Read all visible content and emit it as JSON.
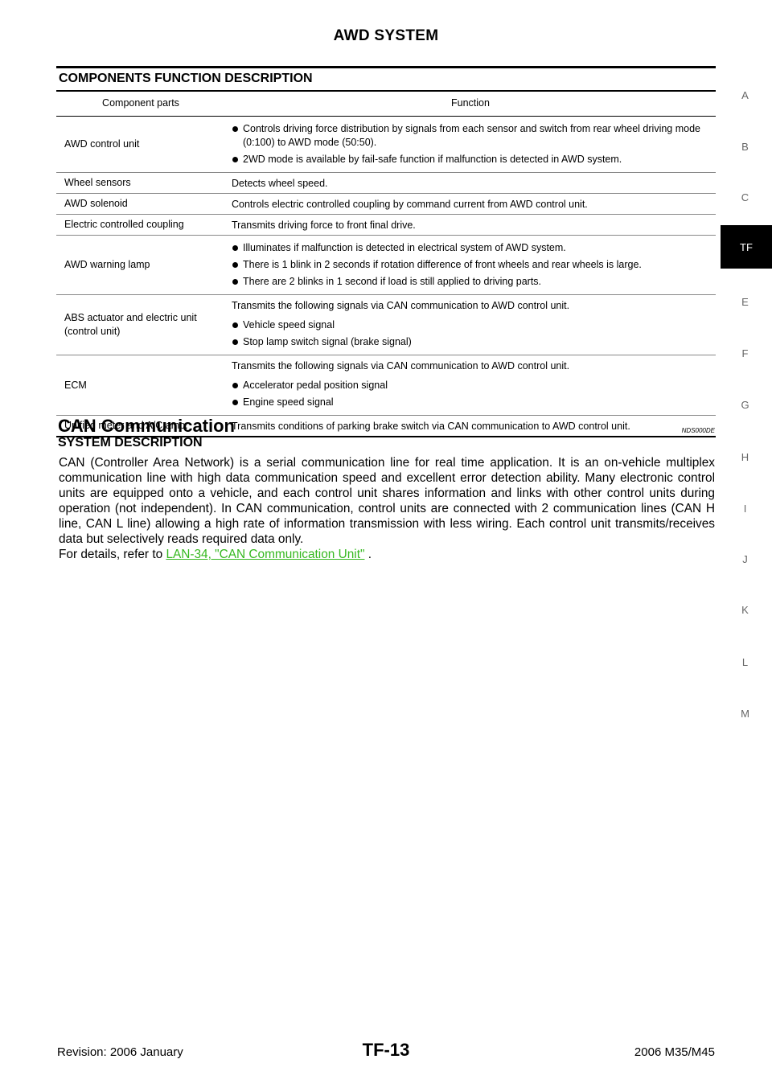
{
  "header": {
    "title": "AWD SYSTEM"
  },
  "components": {
    "heading": "COMPONENTS FUNCTION DESCRIPTION",
    "col_parts": "Component parts",
    "col_function": "Function",
    "rows": [
      {
        "part": "AWD control unit",
        "intro": "",
        "bullets": [
          "Controls driving force distribution by signals from each sensor and switch from rear wheel driving mode (0:100) to AWD mode (50:50).",
          "2WD mode is available by fail-safe function if malfunction is detected in AWD system."
        ]
      },
      {
        "part": "Wheel sensors",
        "text": "Detects wheel speed."
      },
      {
        "part": "AWD solenoid",
        "text": "Controls electric controlled coupling by command current from AWD control unit."
      },
      {
        "part": "Electric controlled coupling",
        "text": "Transmits driving force to front final drive."
      },
      {
        "part": "AWD warning lamp",
        "intro": "",
        "bullets": [
          "Illuminates if malfunction is detected in electrical system of AWD system.",
          "There is 1 blink in 2 seconds if rotation difference of front wheels and rear wheels is large.",
          "There are 2 blinks in 1 second if load is still applied to driving parts."
        ]
      },
      {
        "part": "ABS actuator and electric unit (control unit)",
        "intro": "Transmits the following signals via CAN communication to AWD control unit.",
        "bullets": [
          "Vehicle speed signal",
          "Stop lamp switch signal (brake signal)"
        ]
      },
      {
        "part": "ECM",
        "intro": "Transmits the following signals via CAN communication to AWD control unit.",
        "bullets": [
          "Accelerator pedal position signal",
          "Engine speed signal"
        ]
      },
      {
        "part": "Unified meter and A/C amp.",
        "text": "Transmits conditions of parking brake switch via CAN communication to AWD control unit."
      }
    ]
  },
  "can": {
    "title": "CAN Communication",
    "code": "NDS000DE",
    "subheading": "SYSTEM DESCRIPTION",
    "paragraph": "CAN (Controller Area Network) is a serial communication line for real time application. It is an on-vehicle multiplex communication line with high data communication speed and excellent error detection ability. Many electronic control units are equipped onto a vehicle, and each control unit shares information and links with other control units during operation (not independent). In CAN communication, control units are connected with 2 communication lines (CAN H line, CAN L line) allowing a high rate of information transmission with less wiring. Each control unit transmits/receives data but selectively reads required data only.",
    "details_prefix": "For details, refer to ",
    "details_link": "LAN-34, \"CAN Communication Unit\"",
    "details_suffix": " ."
  },
  "side_index": {
    "letters": [
      "A",
      "B",
      "C",
      "TF",
      "E",
      "F",
      "G",
      "H",
      "I",
      "J",
      "K",
      "L",
      "M"
    ],
    "active": "TF"
  },
  "footer": {
    "revision": "Revision: 2006 January",
    "page": "TF-13",
    "model": "2006 M35/M45"
  }
}
